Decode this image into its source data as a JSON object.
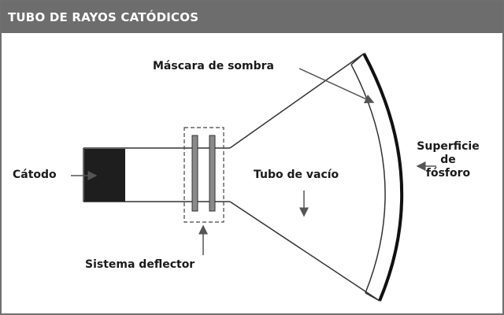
{
  "title": "TUBO DE RAYOS CATÓDICOS",
  "labels": {
    "cathode": "Cátodo",
    "shadow_mask": "Máscara de sombra",
    "vacuum_tube": "Tubo de vacío",
    "deflection_system": "Sistema deflector",
    "phosphor_line1": "Superficie",
    "phosphor_line2": "de",
    "phosphor_line3": "fósforo"
  },
  "colors": {
    "header_bg": "#6d6d6d",
    "header_text": "#ffffff",
    "cathode_fill": "#1e1e1e",
    "deflector_plates": "#8a8a8a",
    "screen_edge": "#111111",
    "lines": "#333333"
  }
}
